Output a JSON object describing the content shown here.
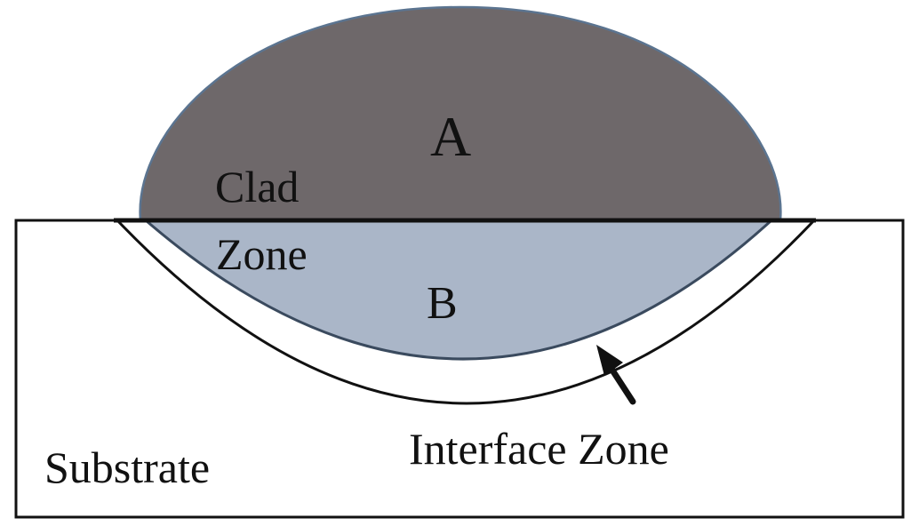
{
  "labels": {
    "region_a": "A",
    "region_b": "B",
    "clad": "Clad",
    "zone": "Zone",
    "substrate": "Substrate",
    "interface_zone": "Interface Zone"
  },
  "colors": {
    "clad_top": "#6e686a",
    "clad_outline": "#5b7490",
    "penetration": "#aab6c8",
    "penetration_outline": "#3a4a5e",
    "interface": "#ffffff",
    "line": "#111111",
    "background": "#ffffff"
  }
}
